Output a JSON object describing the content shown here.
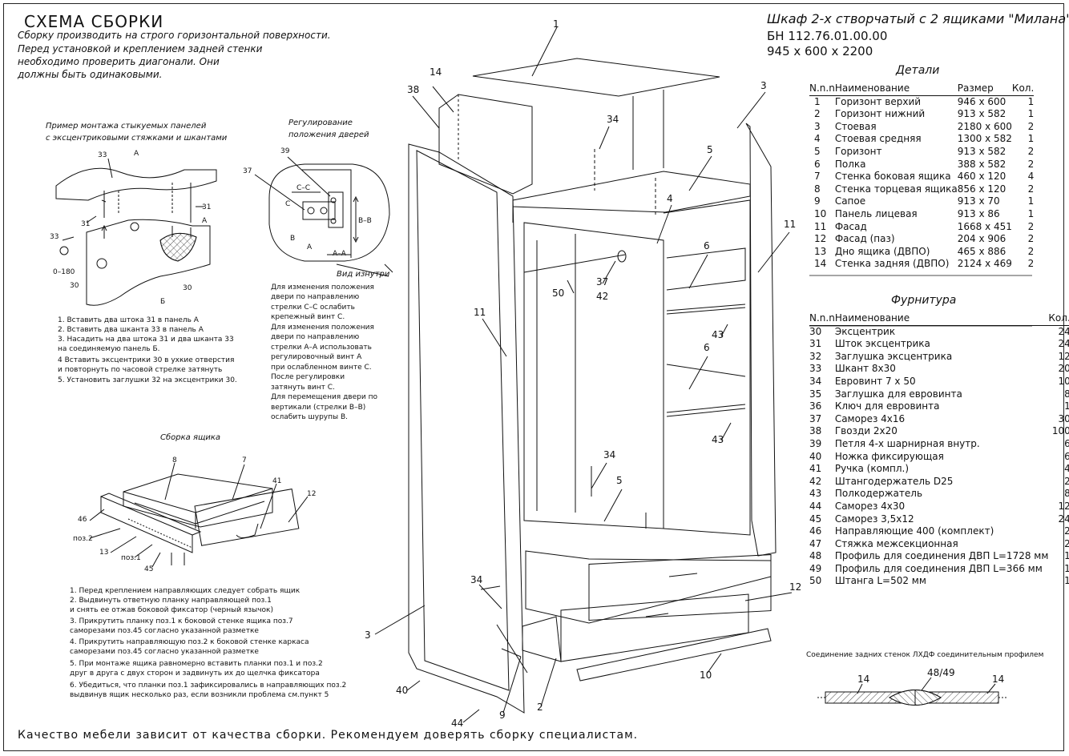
{
  "header": {
    "title": "СХЕМА СБОРКИ",
    "intro": [
      "Сборку производить на строго горизонтальной поверхности.",
      "Перед установкой и креплением задней стенки",
      "необходимо проверить диагонали. Они",
      "должны быть одинаковыми."
    ],
    "product_name": "Шкаф 2-х створчатый с 2 ящиками \"Милана\"",
    "product_code": "БН 112.76.01.00.00",
    "dimensions": "945 х 600 х 2200"
  },
  "panel_example": {
    "caption": [
      "Пример монтажа стыкуемых панелей",
      "с эксцентриковыми стяжками   и шкантами"
    ],
    "labels": {
      "a1": "А",
      "a2": "А",
      "b": "Б",
      "n33a": "33",
      "n33b": "33",
      "n31a": "31",
      "n31b": "31",
      "n30": "30",
      "angle": "0–180"
    },
    "steps": [
      "1. Вставить два штока 31 в панель А",
      "2. Вставить два шканта 33 в панель А",
      "3. Насадить на два штока 31 и два шканта 33",
      "на соединяемую панель Б.",
      "4 Вставить эксцентрики 30 в ухкие отверстия",
      "и повторнуть по часовой стрелке затянуть",
      "5. Установить заглушки 32 на эксцентрики 30."
    ]
  },
  "hinge": {
    "caption": [
      "Регулирование",
      "положения дверей"
    ],
    "labels": {
      "n39": "39",
      "n37": "37",
      "cc": "С–С",
      "c": "С",
      "b1": "В",
      "a1": "А",
      "bb": "В–В",
      "aa": "А–А"
    },
    "view_label": "Вид изнутри",
    "notes": [
      "Для изменения положения",
      "двери по направлению",
      "стрелки С–С ослабить",
      "крепежный винт С.",
      "Для изменения положения",
      "двери по направлению",
      "стрелки А–А использовать",
      "регулировочный винт А",
      "при ослабленном винте С.",
      "После регулировки",
      "затянуть винт С.",
      "Для перемещения двери по",
      "вертикали (стрелки В–В)",
      "ослабить шурупы В."
    ]
  },
  "drawer": {
    "caption": "Сборка ящика",
    "labels": {
      "n8": "8",
      "n7": "7",
      "n41": "41",
      "n12": "12",
      "n46": "46",
      "poz2": "поз.2",
      "n13": "13",
      "poz1": "поз.1",
      "n45": "45"
    },
    "steps": [
      "1. Перед креплением направляющих следует собрать ящик",
      "2. Выдвинуть ответную планку направляющей поз.1",
      "и снять ее отжав боковой фиксатор (черный язычок)",
      "3. Прикрутить планку поз.1 к боковой стенке ящика поз.7",
      "саморезами поз.45 согласно указанной разметке",
      "4. Прикрутить направляющую поз.2 к боковой стенке каркаса",
      "саморезами поз.45 согласно указанной разметке",
      "5. При монтаже ящика равномерно вставить планки поз.1 и поз.2",
      "друг в друга с двух сторон и задвинуть их до щелчка фиксатора",
      "6. Убедиться, что планки поз.1 зафиксировались в направляющих поз.2",
      "выдвинув ящик несколько раз, если возникли проблема см.пункт 5"
    ]
  },
  "callouts": [
    "1",
    "14",
    "38",
    "3",
    "34",
    "5",
    "4",
    "11",
    "6",
    "43",
    "6",
    "43",
    "37",
    "42",
    "50",
    "11",
    "34",
    "5",
    "34",
    "12",
    "40",
    "44",
    "9",
    "2",
    "10",
    "3"
  ],
  "details": {
    "caption": "Детали",
    "headers": [
      "N.n.n",
      "Наименование",
      "Размер",
      "Кол."
    ],
    "rows": [
      [
        "1",
        "Горизонт верхий",
        "946 х 600",
        "1"
      ],
      [
        "2",
        "Горизонт нижний",
        "913 х 582",
        "1"
      ],
      [
        "3",
        "Стоевая",
        "2180 х 600",
        "2"
      ],
      [
        "4",
        "Стоевая средняя",
        "1300 х 582",
        "1"
      ],
      [
        "5",
        "Горизонт",
        "913 х 582",
        "2"
      ],
      [
        "6",
        "Полка",
        "388 х 582",
        "2"
      ],
      [
        "7",
        "Стенка боковая ящика",
        "460 х 120",
        "4"
      ],
      [
        "8",
        "Стенка торцевая ящика",
        "856 х 120",
        "2"
      ],
      [
        "9",
        "Сапое",
        "913 х 70",
        "1"
      ],
      [
        "10",
        "Панель лицевая",
        "913 х 86",
        "1"
      ],
      [
        "11",
        "Фасад",
        "1668 х 451",
        "2"
      ],
      [
        "12",
        "Фасад (паз)",
        "204 х 906",
        "2"
      ],
      [
        "13",
        "Дно ящика (ДВПО)",
        "465 х 886",
        "2"
      ],
      [
        "14",
        "Стенка задняя (ДВПО)",
        "2124 х 469",
        "2"
      ]
    ]
  },
  "hardware": {
    "caption": "Фурнитура",
    "headers": [
      "N.n.n",
      "Наименование",
      "Кол."
    ],
    "rows": [
      [
        "30",
        "Эксцентрик",
        "24"
      ],
      [
        "31",
        "Шток эксцентрика",
        "24"
      ],
      [
        "32",
        "Заглушка эксцентрика",
        "12"
      ],
      [
        "33",
        "Шкант 8х30",
        "20"
      ],
      [
        "34",
        "Евровинт 7 х 50",
        "10"
      ],
      [
        "35",
        "Заглушка для евровинта",
        "8"
      ],
      [
        "36",
        "Ключ для евровинта",
        "1"
      ],
      [
        "37",
        "Саморез 4х16",
        "30"
      ],
      [
        "38",
        "Гвозди 2х20",
        "100"
      ],
      [
        "39",
        "Петля 4-х шарнирная внутр.",
        "6"
      ],
      [
        "40",
        "Ножка фиксирующая",
        "6"
      ],
      [
        "41",
        "Ручка (компл.)",
        "4"
      ],
      [
        "42",
        "Штангодержатель D25",
        "2"
      ],
      [
        "43",
        "Полкодержатель",
        "8"
      ],
      [
        "44",
        "Саморез 4х30",
        "12"
      ],
      [
        "45",
        "Саморез 3,5х12",
        "24"
      ],
      [
        "46",
        "Направляющие 400 (комплект)",
        "2"
      ],
      [
        "47",
        "Стяжка межсекционная",
        "2"
      ],
      [
        "48",
        "Профиль для соединения ДВП L=1728 мм",
        "1"
      ],
      [
        "49",
        "Профиль для соединения ДВП L=366 мм",
        "1"
      ],
      [
        "50",
        "Штанга L=502 мм",
        "1"
      ]
    ]
  },
  "back_joint": {
    "caption": "Соединение задних стенок ЛХДФ соединительным профилем",
    "labels": {
      "left": "14",
      "mid": "48/49",
      "right": "14"
    }
  },
  "footer": "Качество мебели зависит от качества сборки. Рекомендуем доверять сборку специалистам."
}
